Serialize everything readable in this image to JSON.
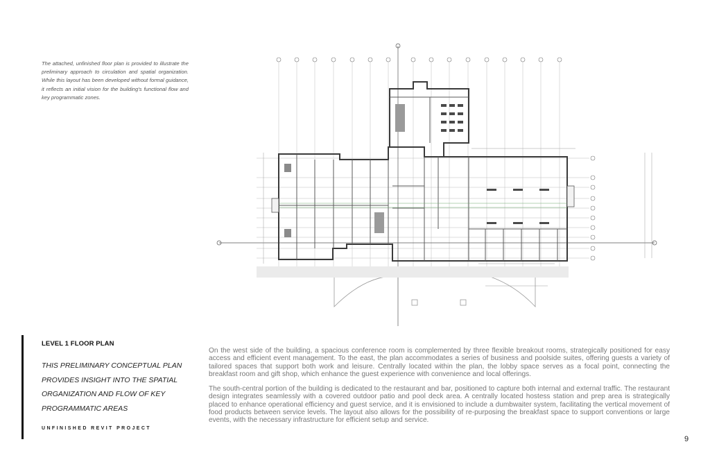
{
  "intro_note": "The attached, unfinished floor plan is provided to illustrate the preliminary approach to circulation and spatial organization. While this layout has been developed without formal guidance, it reflects an initial vision for the building's functional flow and key programmatic zones.",
  "section": {
    "title": "LEVEL 1 FLOOR PLAN",
    "subtitle": "THIS PRELIMINARY CONCEPTUAL PLAN PROVIDES INSIGHT INTO THE SPATIAL ORGANIZATION AND FLOW OF KEY PROGRAMMATIC AREAS",
    "project_tag": "UNFINISHED REVIT PROJECT"
  },
  "body": {
    "paragraph_1": "On the west side of the building, a spacious conference room is complemented by three flexible breakout rooms, strategically positioned for easy access and efficient event management. To the east, the plan accommodates a series of business and poolside suites, offering guests a variety of tailored spaces that support both work and leisure. Centrally located within the plan, the lobby space serves as a focal point, connecting the breakfast room and gift shop, which enhance the guest experience with convenience and local offerings.",
    "paragraph_2": "The south-central portion of the building is dedicated to the restaurant and bar, positioned to capture both internal and external traffic. The restaurant design integrates seamlessly with a covered outdoor patio and pool deck area. A centrally located hostess station and prep area is strategically placed to enhance operational efficiency and guest service, and it is envisioned to include a dumbwaiter system, facilitating the vertical movement of food products between service levels. The layout also allows for the possibility of re-purposing the breakfast space to support conventions or large events, with the necessary infrastructure for efficient setup and service."
  },
  "page_number": "9",
  "colors": {
    "accent_rule": "#111111",
    "body_text": "#777777",
    "plan_lines": "#3a3a3a"
  }
}
